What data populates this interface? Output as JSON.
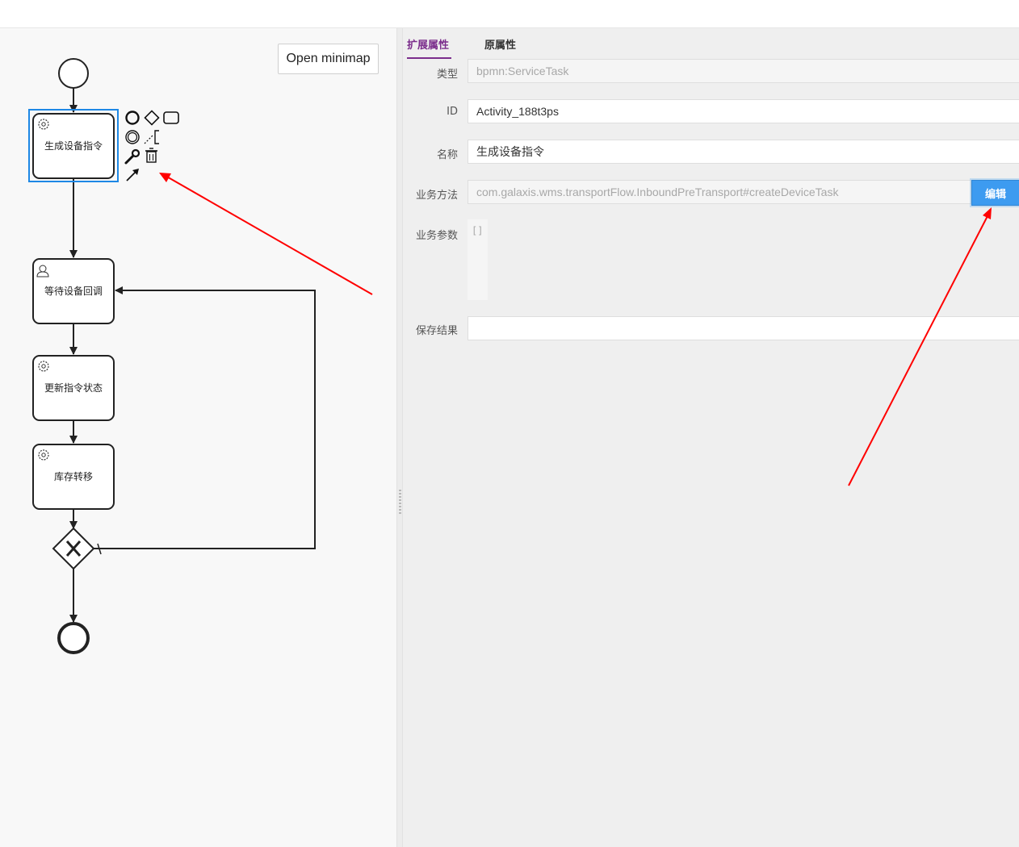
{
  "canvas": {
    "minimap_button": "Open minimap",
    "tasks": [
      {
        "label": "生成设备指令",
        "type": "service-task",
        "selected": true
      },
      {
        "label": "等待设备回调",
        "type": "user-task",
        "selected": false
      },
      {
        "label": "更新指令状态",
        "type": "service-task",
        "selected": false
      },
      {
        "label": "库存转移",
        "type": "service-task",
        "selected": false
      }
    ],
    "context_pad": [
      "start-event-icon",
      "gateway-icon",
      "task-icon",
      "intermediate-event-icon",
      "text-annotation-icon",
      "wrench-icon",
      "delete-icon",
      "connect-arrow-icon"
    ],
    "selection_color": "#1e88e5",
    "annotation_arrow_color": "#ff0000"
  },
  "panel": {
    "tabs": [
      {
        "label": "扩展属性",
        "active": true
      },
      {
        "label": "原属性",
        "active": false
      }
    ],
    "accent_color": "#7b2e8c",
    "fields": {
      "type_label": "类型",
      "type_value": "bpmn:ServiceTask",
      "id_label": "ID",
      "id_value": "Activity_188t3ps",
      "name_label": "名称",
      "name_value": "生成设备指令",
      "method_label": "业务方法",
      "method_value": "com.galaxis.wms.transportFlow.InboundPreTransport#createDeviceTask",
      "edit_button": "编辑",
      "params_label": "业务参数",
      "params_value": "[]",
      "result_label": "保存结果",
      "result_value": ""
    },
    "edit_button_color": "#3d9bf0"
  }
}
